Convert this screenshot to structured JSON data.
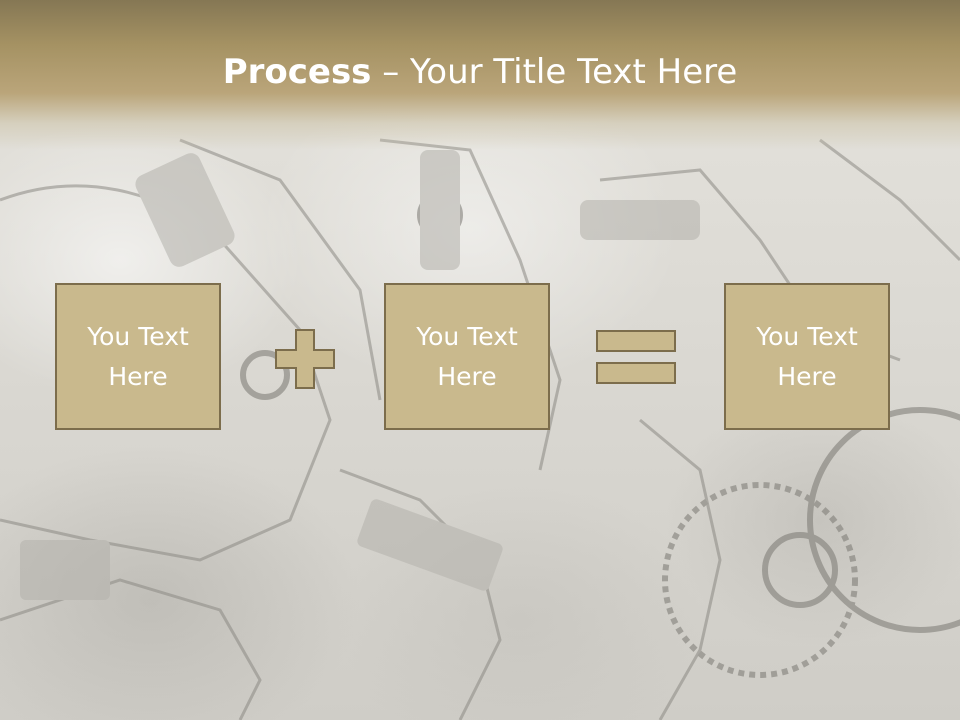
{
  "slide": {
    "title_bold": "Process",
    "title_rest": " – Your Title Text Here"
  },
  "process": {
    "boxes": [
      {
        "text": "You Text Here"
      },
      {
        "text": "You Text Here"
      },
      {
        "text": "You Text Here"
      }
    ],
    "operators": [
      "plus-icon",
      "equals-icon"
    ]
  },
  "colors": {
    "header_top": "#857754",
    "box_fill": "#c9b98d",
    "box_border": "#7c6d4c",
    "text": "#ffffff"
  }
}
